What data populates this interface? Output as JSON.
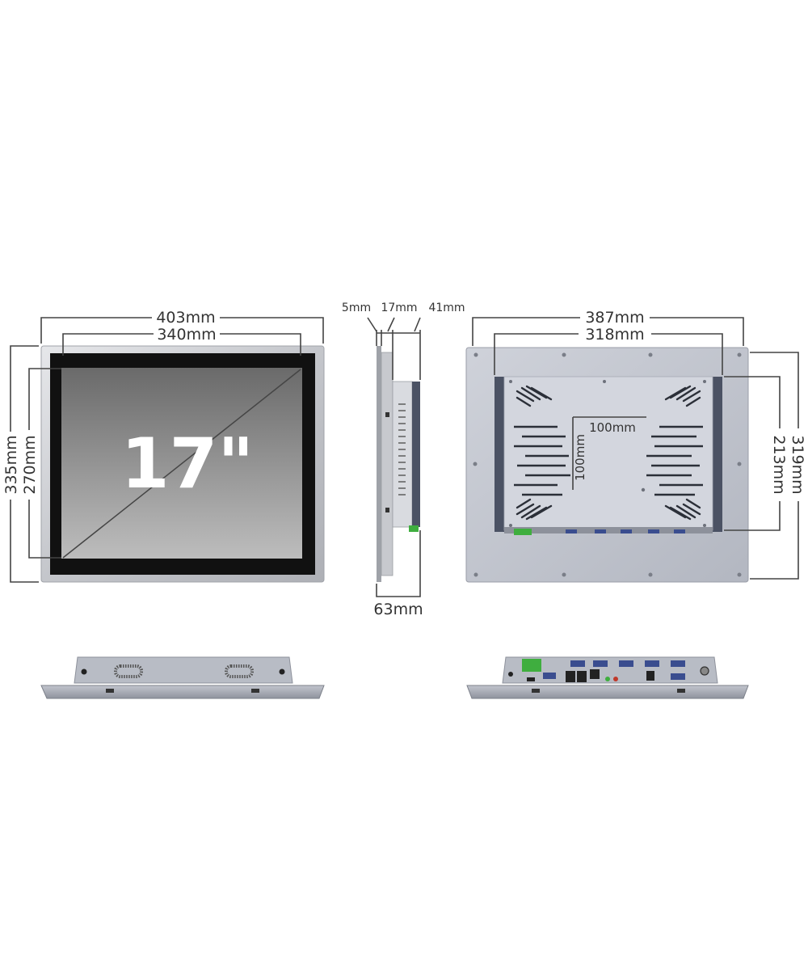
{
  "front_view": {
    "screen_size_label": "17\"",
    "outer_width": "403mm",
    "inner_width": "340mm",
    "outer_height": "335mm",
    "inner_height": "270mm"
  },
  "side_view": {
    "bezel_depth": "5mm",
    "panel_depth": "17mm",
    "box_depth": "41mm",
    "total_depth": "63mm"
  },
  "back_view": {
    "outer_width": "387mm",
    "inner_width": "318mm",
    "outer_height": "319mm",
    "inner_height": "213mm",
    "vesa_horizontal": "100mm",
    "vesa_vertical": "100mm"
  },
  "colors": {
    "frame": "#c9cbd0",
    "screen_dark": "#6b6b6b",
    "screen_light": "#b9b9b9",
    "back_panel": "#bfc3cc",
    "box": "#d3d6de",
    "box_side": "#4b5264",
    "connector_green": "#3fae3f",
    "connector_blue": "#3a4d8f"
  }
}
